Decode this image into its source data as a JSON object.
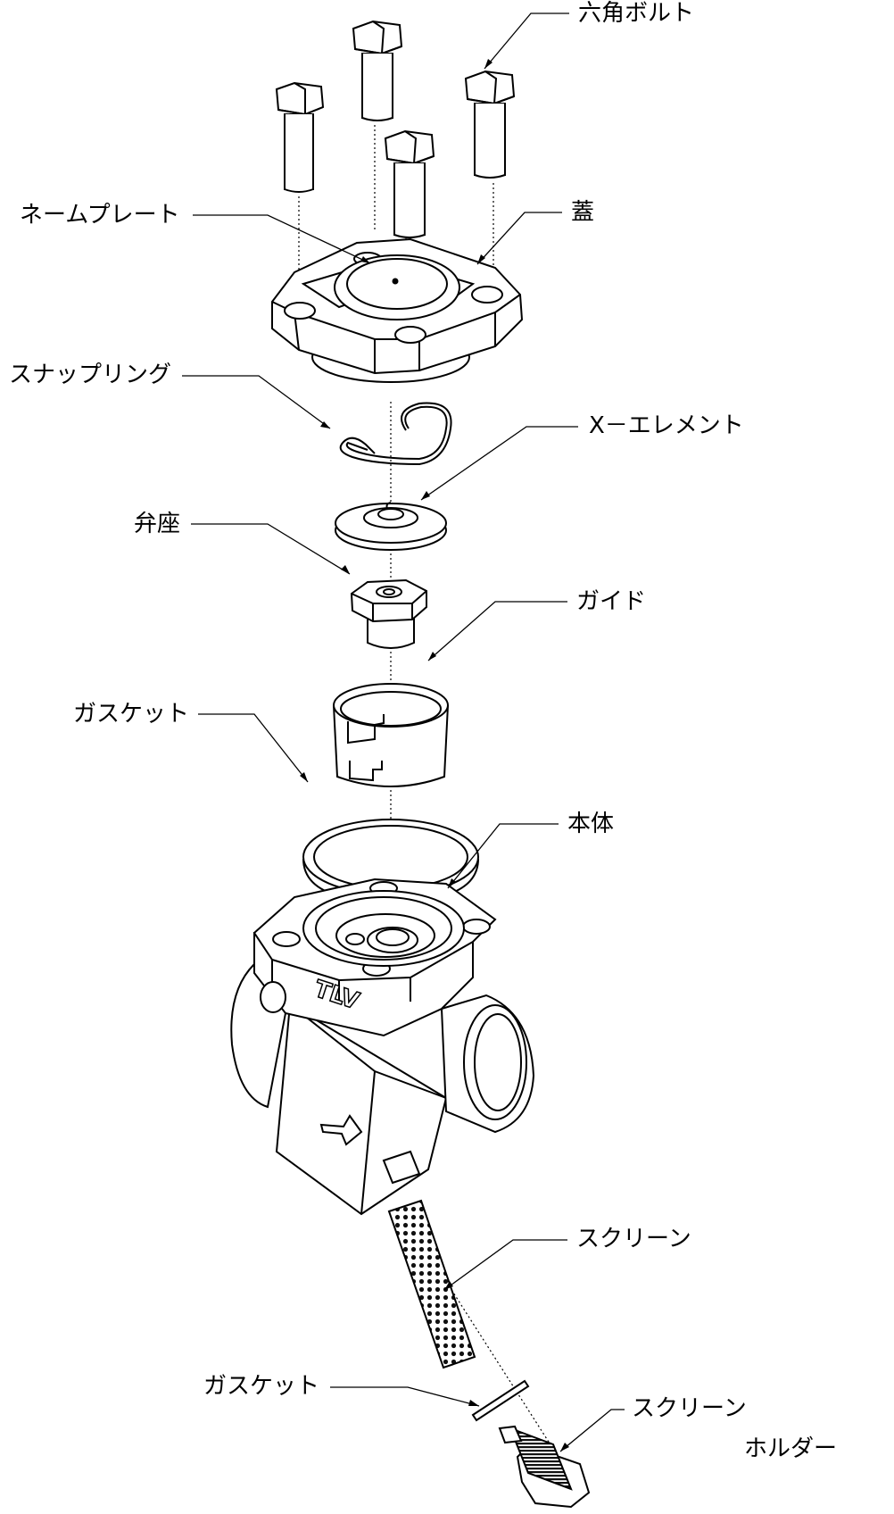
{
  "labels": {
    "hex_bolt": "六角ボルト",
    "name_plate": "ネームプレート",
    "cover": "蓋",
    "snap_ring": "スナップリング",
    "x_element": "X－エレメント",
    "valve_seat": "弁座",
    "guide": "ガイド",
    "gasket_top": "ガスケット",
    "body": "本体",
    "screen": "スクリーン",
    "gasket_bottom": "ガスケット",
    "screen_holder_line1": "スクリーン",
    "screen_holder_line2": "ホルダー"
  },
  "body_marking": "TLV"
}
